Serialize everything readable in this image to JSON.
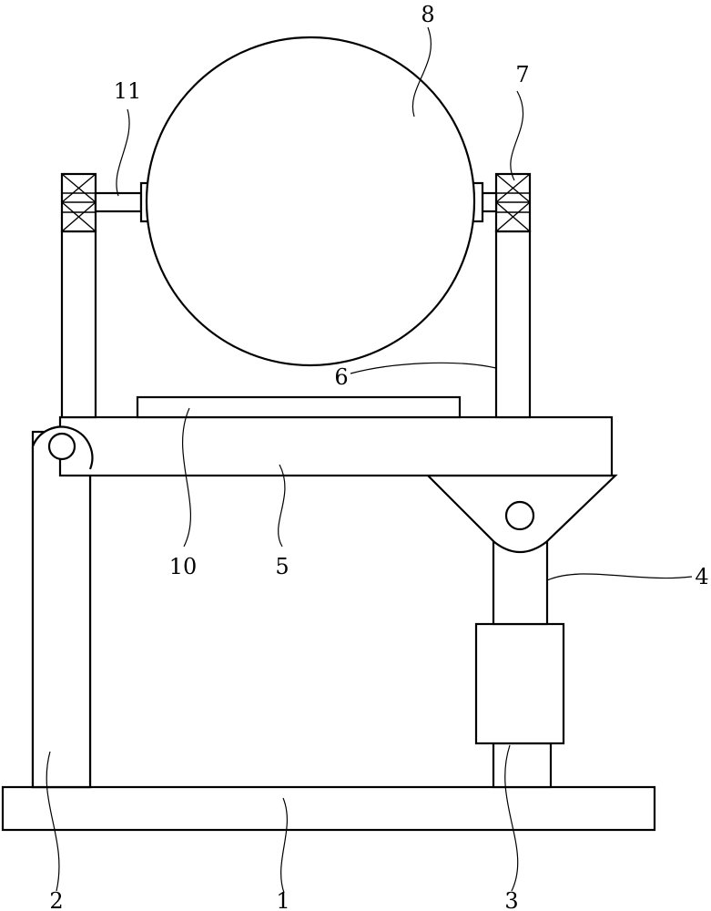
{
  "labels": {
    "l1": "1",
    "l2": "2",
    "l3": "3",
    "l4": "4",
    "l5": "5",
    "l6": "6",
    "l7": "7",
    "l8": "8",
    "l10": "10",
    "l11": "11"
  },
  "colors": {
    "line": "#000000",
    "background": "#ffffff"
  }
}
